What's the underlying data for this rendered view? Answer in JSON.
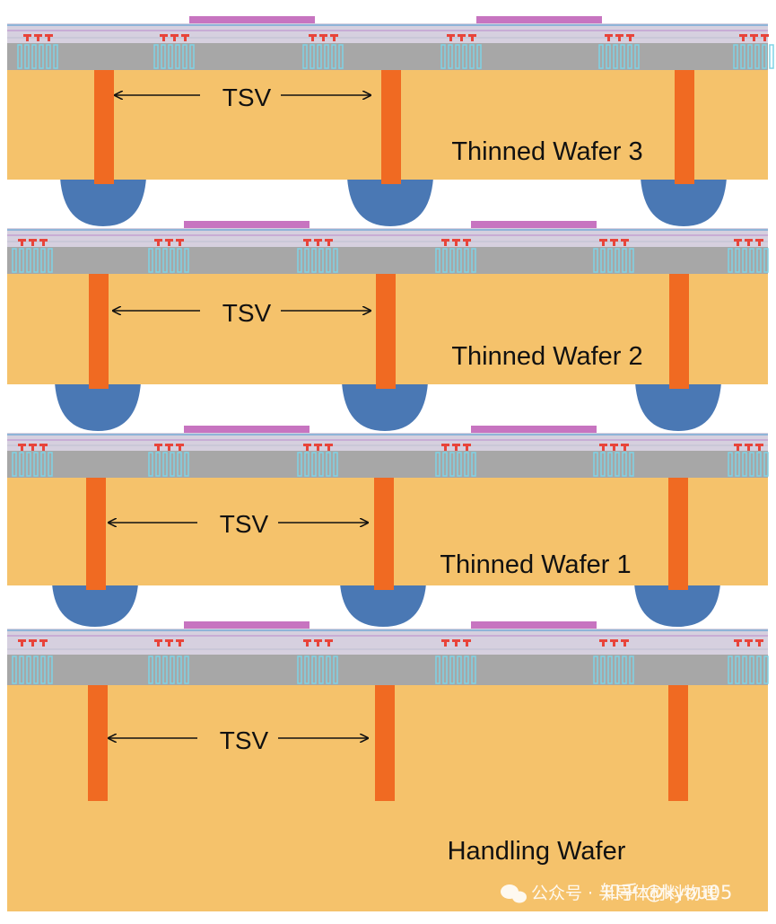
{
  "colors": {
    "wafer": "#f5c26b",
    "tsv": "#f06a22",
    "bump": "#4a78b4",
    "metal_layer": "#a7a7a7",
    "contact": "#e8443a",
    "via_column": "#7fd3e6",
    "pad": "#c774c0",
    "dielectric": "#d6d0df"
  },
  "tiers": [
    {
      "label": "Thinned Wafer 3",
      "tsv_label": "TSV"
    },
    {
      "label": "Thinned Wafer 2",
      "tsv_label": "TSV"
    },
    {
      "label": "Thinned Wafer 1",
      "tsv_label": "TSV"
    },
    {
      "label": "Handling Wafer",
      "tsv_label": "TSV"
    }
  ],
  "watermark": {
    "icon": "wechat-icon",
    "text": "公众号 · 半导体材料物理",
    "author": "知乎 @kyou05"
  }
}
